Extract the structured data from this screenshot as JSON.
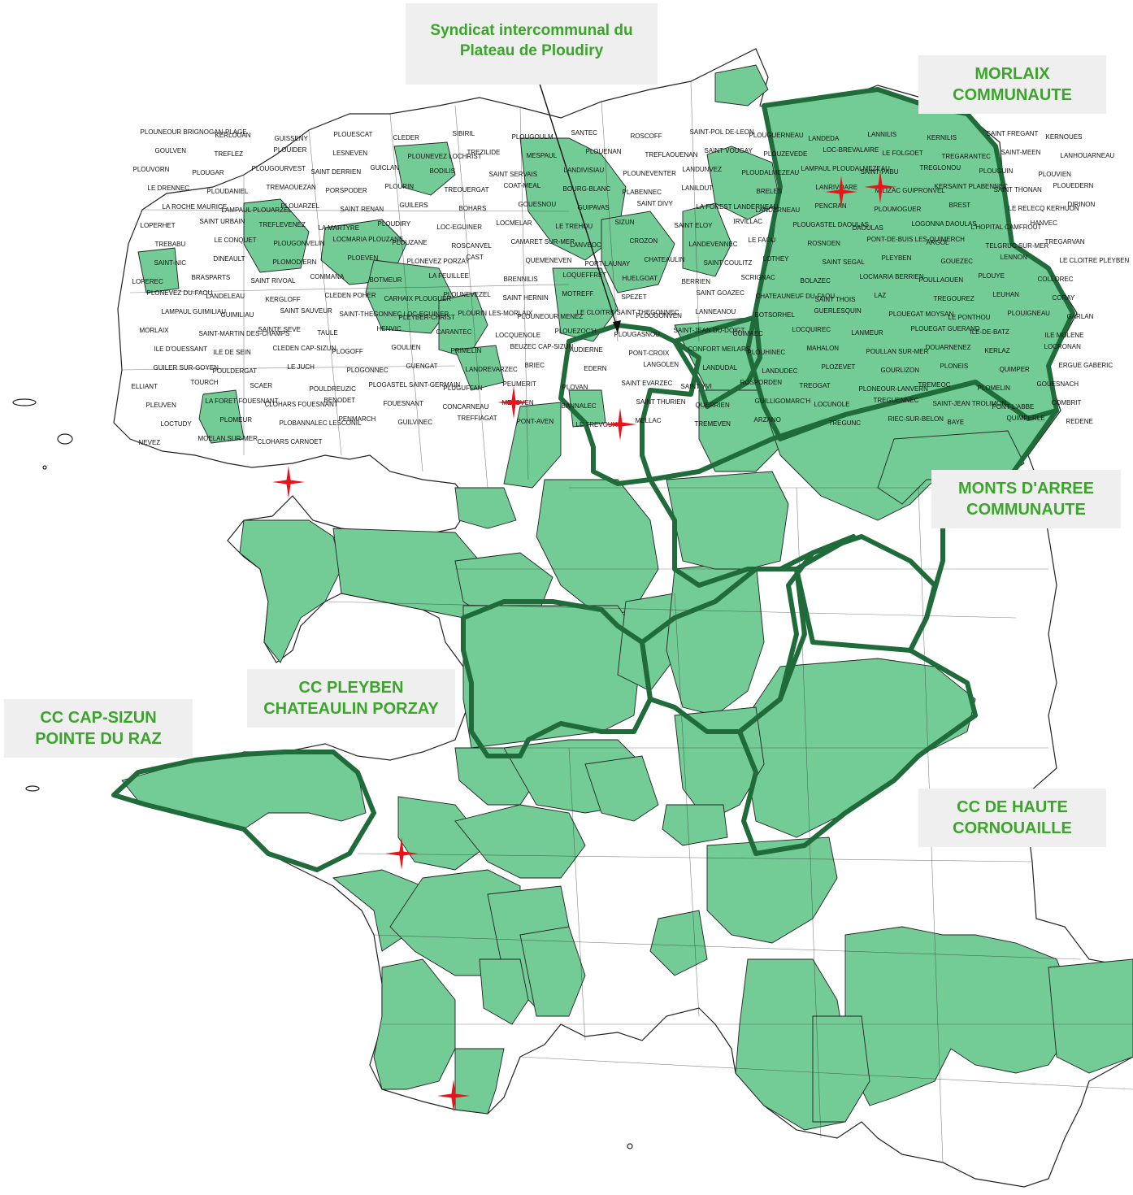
{
  "colors": {
    "member_fill": "#73cc95",
    "nonmember_fill": "#ffffff",
    "border": "#222222",
    "ep_outline": "#1f6b3a",
    "label_text": "#3aa52a",
    "label_bg": "#efefef",
    "star": "#e8141c"
  },
  "labels": {
    "ploudiry": [
      "Syndicat intercommunal du",
      "Plateau de Ploudiry"
    ],
    "morlaix": [
      "MORLAIX",
      "COMMUNAUTE"
    ],
    "monts": [
      "MONTS D'ARREE",
      "COMMUNAUTE"
    ],
    "pleyben": [
      "CC PLEYBEN",
      "CHATEAULIN PORZAY"
    ],
    "capsizun": [
      "CC CAP-SIZUN",
      "POINTE DU RAZ"
    ],
    "haute": [
      "CC DE HAUTE",
      "CORNOUAILLE"
    ]
  },
  "communes": [
    "PLOUNEOUR BRIGNOGAN-PLAGE",
    "KERLOUAN",
    "GUISSENY",
    "PLOUESCAT",
    "CLEDER",
    "SIBIRIL",
    "PLOUGOULM",
    "SANTEC",
    "ROSCOFF",
    "SAINT-POL DE-LEON",
    "PLOUGUERNEAU",
    "LANDEDA",
    "LANNILIS",
    "KERNILIS",
    "SAINT FREGANT",
    "KERNOUES",
    "GOULVEN",
    "TREFLEZ",
    "PLOUIDER",
    "LESNEVEN",
    "PLOUNEVEZ LOCHRIST",
    "TREZILIDE",
    "MESPAUL",
    "PLOUENAN",
    "TREFLAOUENAN",
    "SAINT VOUGAY",
    "PLOUZEVEDE",
    "LOC-BREVALAIRE",
    "LE FOLGOET",
    "TREGARANTEC",
    "SAINT-MEEN",
    "LANHOUARNEAU",
    "PLOUVORN",
    "PLOUGAR",
    "PLOUGOURVEST",
    "SAINT DERRIEN",
    "GUICLAN",
    "BODILIS",
    "SAINT SERVAIS",
    "LANDIVISIAU",
    "PLOUNEVENTER",
    "LANDUNVEZ",
    "PLOUDALMEZEAU",
    "LAMPAUL PLOUDALMEZEAU",
    "SAINT-PABU",
    "TREGLONOU",
    "PLOUGUIN",
    "PLOUVIEN",
    "LE DRENNEC",
    "PLOUDANIEL",
    "TREMAOUEZAN",
    "PORSPODER",
    "PLOURIN",
    "TREOUERGAT",
    "COAT-MEAL",
    "BOURG-BLANC",
    "PLABENNEC",
    "LANILDUT",
    "BRELES",
    "LANRIVOARE",
    "MILIZAC GUIPRONVEL",
    "KERSAINT PLABENNEC",
    "SAINT THONAN",
    "PLOUEDERN",
    "LA ROCHE MAURICE",
    "LAMPAUL PLOUARZEL",
    "PLOUARZEL",
    "SAINT RENAN",
    "GUILERS",
    "BOHARS",
    "GOUESNOU",
    "GUIPAVAS",
    "SAINT DIVY",
    "LA FOREST LANDERNEAU",
    "LANDERNEAU",
    "PENCRAN",
    "PLOUMOGUER",
    "BREST",
    "LE RELECQ KERHUON",
    "DIRINON",
    "LOPERHET",
    "SAINT URBAIN",
    "TREFLEVENEZ",
    "LA MARTYRE",
    "PLOUDIRY",
    "LOC-EGUINER",
    "LOCMELAR",
    "LE TREHOU",
    "SIZUN",
    "SAINT ELOY",
    "IRVILLAC",
    "PLOUGASTEL DAOULAS",
    "DAOULAS",
    "LOGONNA DAOULAS",
    "L'HOPITAL CAMFROUT",
    "HANVEC",
    "TREBABU",
    "LE CONQUET",
    "PLOUGONVELIN",
    "LOCMARIA PLOUZANE",
    "PLOUZANE",
    "ROSCANVEL",
    "CAMARET SUR-MER",
    "LANVEOC",
    "CROZON",
    "LANDEVENNEC",
    "LE FAOU",
    "ROSNOEN",
    "PONT-DE-BUIS LES-QUIMERCH",
    "ARGOL",
    "TELGRUC SUR-MER",
    "TREGARVAN",
    "SAINT-NIC",
    "DINEAULT",
    "PLOMODIERN",
    "PLOEVEN",
    "PLONEVEZ PORZAY",
    "CAST",
    "QUEMENEVEN",
    "PORT-LAUNAY",
    "CHATEAULIN",
    "SAINT COULITZ",
    "LOTHEY",
    "SAINT SEGAL",
    "PLEYBEN",
    "GOUEZEC",
    "LENNON",
    "LE CLOITRE PLEYBEN",
    "LOPEREC",
    "BRASPARTS",
    "SAINT RIVOAL",
    "COMMANA",
    "BOTMEUR",
    "LA FEUILLEE",
    "BRENNILIS",
    "LOQUEFFRET",
    "HUELGOAT",
    "BERRIEN",
    "SCRIGNAC",
    "BOLAZEC",
    "LOCMARIA BERRIEN",
    "POULLAOUEN",
    "PLOUYE",
    "COLLOREC",
    "PLONEVEZ DU-FAOU",
    "LANDELEAU",
    "KERGLOFF",
    "CLEDEN POHER",
    "CARHAIX PLOUGUER",
    "PLOUNEVEZEL",
    "SAINT HERNIN",
    "MOTREFF",
    "SPEZET",
    "SAINT GOAZEC",
    "CHATEAUNEUF DU-FAOU",
    "SAINT THOIS",
    "LAZ",
    "TREGOUREZ",
    "LEUHAN",
    "CORAY",
    "LAMPAUL GUIMILIAU",
    "GUIMILIAU",
    "SAINT SAUVEUR",
    "SAINT-THEGONNEC LOC-EGUINER",
    "PLEYBER-CHRIST",
    "PLOURIN LES-MORLAIX",
    "PLOUNEOUR MENEZ",
    "LE CLOITRE SAINT-THEGONNEC",
    "PLOUGONVEN",
    "LANNEANOU",
    "BOTSORHEL",
    "GUERLESQUIN",
    "PLOUEGAT MOYSAN",
    "LE PONTHOU",
    "PLOUIGNEAU",
    "GARLAN",
    "MORLAIX",
    "SAINT-MARTIN DES-CHAMPS",
    "SAINTE SEVE",
    "TAULE",
    "HENVIC",
    "CARANTEC",
    "LOCQUENOLE",
    "PLOUEZOC'H",
    "PLOUGASNOU",
    "SAINT-JEAN DU-DOIGT",
    "GUIMAEC",
    "LOCQUIREC",
    "LANMEUR",
    "PLOUEGAT GUERAND",
    "ILE-DE-BATZ",
    "ILE MOLENE",
    "ILE D'OUESSANT",
    "ILE DE SEIN",
    "CLEDEN CAP-SIZUN",
    "PLOGOFF",
    "GOULIEN",
    "PRIMELIN",
    "BEUZEC CAP-SIZUN",
    "AUDIERNE",
    "PONT-CROIX",
    "CONFORT MEILARS",
    "PLOUHINEC",
    "MAHALON",
    "POULLAN SUR-MER",
    "DOUARNENEZ",
    "KERLAZ",
    "LOCRONAN",
    "GUILER SUR-GOYEN",
    "POULDERGAT",
    "LE JUCH",
    "PLOGONNEC",
    "GUENGAT",
    "LANDREVARZEC",
    "BRIEC",
    "EDERN",
    "LANGOLEN",
    "LANDUDAL",
    "LANDUDEC",
    "PLOZEVET",
    "GOURLIZON",
    "PLONEIS",
    "QUIMPER",
    "ERGUE GABERIC",
    "ELLIANT",
    "TOURCH",
    "SCAER",
    "POULDREUZIC",
    "PLOGASTEL SAINT-GERMAIN",
    "PLUGUFFAN",
    "PEUMERIT",
    "PLOVAN",
    "SAINT EVARZEC",
    "SAINT YVI",
    "ROSPORDEN",
    "TREOGAT",
    "PLONEOUR-LANVERN",
    "TREMEOC",
    "PLOMELIN",
    "GOUESNACH",
    "PLEUVEN",
    "LA FORET FOUESNANT",
    "CLOHARS FOUESNANT",
    "BENODET",
    "FOUESNANT",
    "CONCARNEAU",
    "MELGVEN",
    "BANNALEC",
    "SAINT THURIEN",
    "QUERRIEN",
    "GUILLIGOMARC'H",
    "LOCUNOLE",
    "TREGUENNEC",
    "SAINT-JEAN TROLIMON",
    "PONT-L'ABBE",
    "COMBRIT",
    "LOCTUDY",
    "PLOMEUR",
    "PLOBANNALEC LESCONIL",
    "PENMARCH",
    "GUILVINEC",
    "TREFFIAGAT",
    "PONT-AVEN",
    "LE TREVOUX",
    "MELLAC",
    "TREMEVEN",
    "ARZANO",
    "TREGUNC",
    "RIEC-SUR-BELON",
    "BAYE",
    "QUIMPERLE",
    "REDENE",
    "NEVEZ",
    "MOELAN SUR-MER",
    "CLOHARS CARNOET"
  ]
}
